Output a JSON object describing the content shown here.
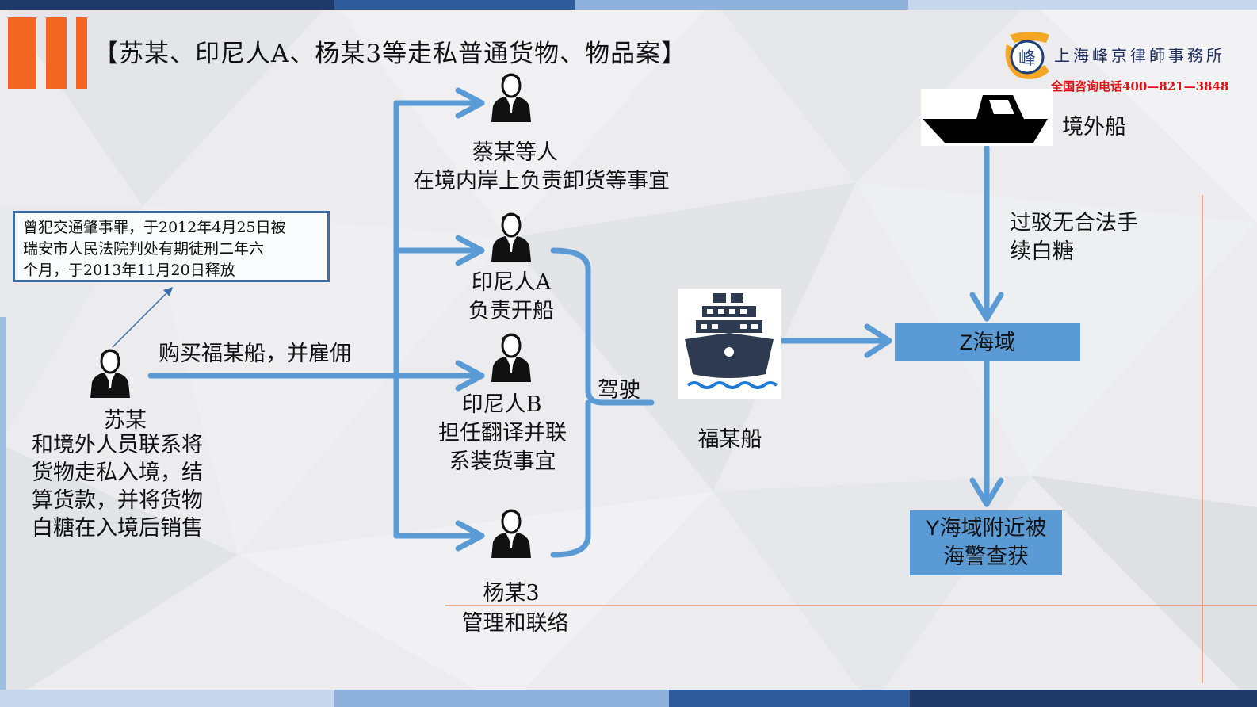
{
  "title": "【苏某、印尼人A、杨某3等走私普通货物、物品案】",
  "logo": {
    "name": "上海峰京律師事務所",
    "phone": "全国咨询电话400—821—3848"
  },
  "note": {
    "line1": "曾犯交通肇事罪，于2012年4月25日被",
    "line2": "瑞安市人民法院判处有期徒刑二年六",
    "line3": "个月，于2013年11月20日释放"
  },
  "su": {
    "name": "苏某",
    "desc1": "和境外人员联系将",
    "desc2": "货物走私入境，结",
    "desc3": "算货款，并将货物",
    "desc4": "白糖在入境后销售"
  },
  "hire_label": "购买福某船，并雇佣",
  "cai": {
    "name": "蔡某等人",
    "role": "在境内岸上负责卸货等事宜"
  },
  "indo_a": {
    "name": "印尼人A",
    "role": "负责开船"
  },
  "indo_b": {
    "name": "印尼人B",
    "role1": "担任翻译并联",
    "role2": "系装货事宜"
  },
  "yang": {
    "name": "杨某3",
    "role": "管理和联络"
  },
  "drive_label": "驾驶",
  "fu_ship": "福某船",
  "foreign_ship": "境外船",
  "transfer_label1": "过驳无合法手",
  "transfer_label2": "续白糖",
  "zone_z": "Z海域",
  "zone_y1": "Y海域附近被",
  "zone_y2": "海警查获",
  "colors": {
    "arrow": "#5b9bd5",
    "orange": "#f26522",
    "navy": "#1f3a68",
    "box_border": "#3a6ea8"
  }
}
